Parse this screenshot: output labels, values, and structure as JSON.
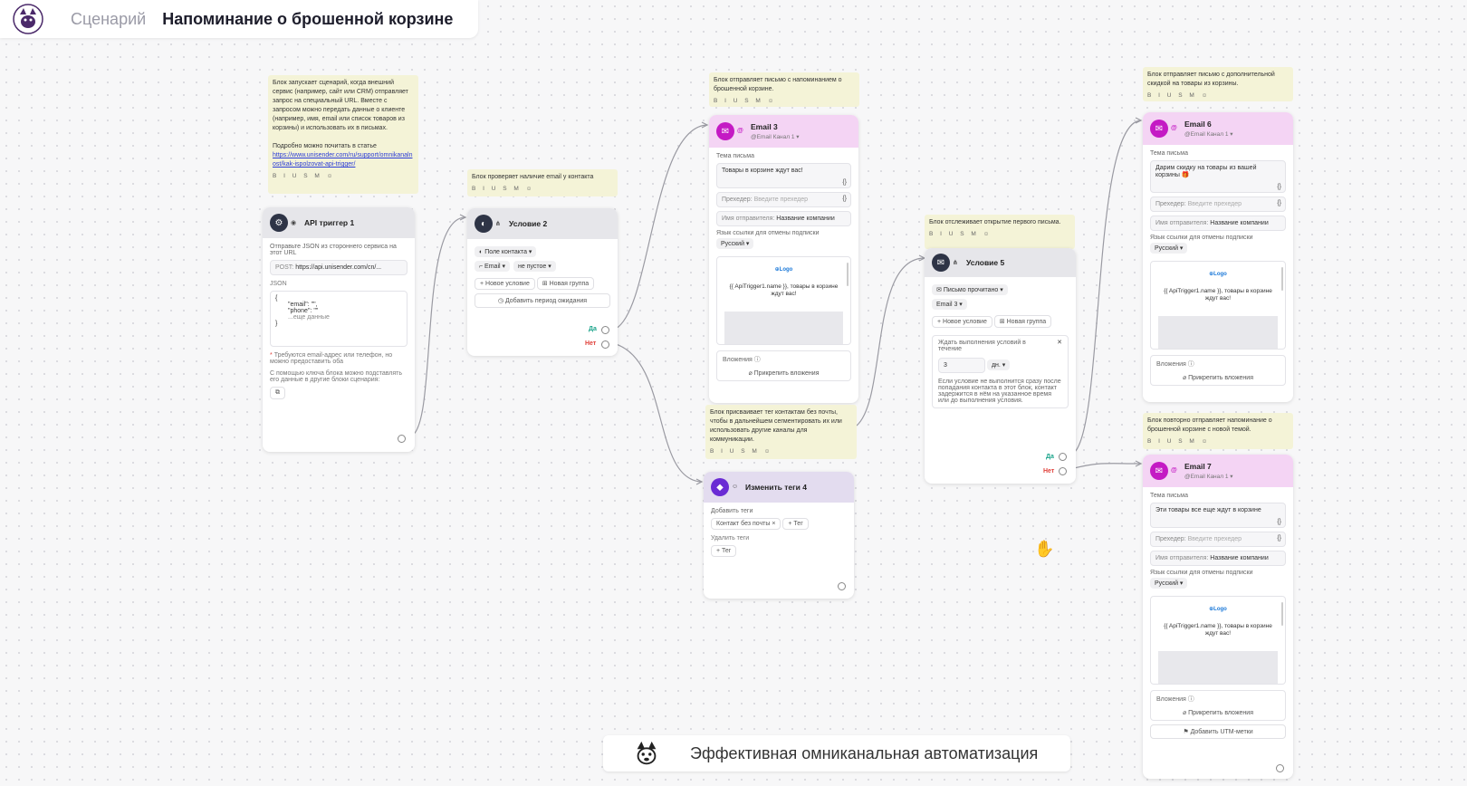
{
  "header": {
    "breadcrumb": "Сценарий",
    "title": "Напоминание о брошенной корзине"
  },
  "toolbar_icons": "B I U S M ☺",
  "notes": {
    "api": {
      "text": "Блок запускает сценарий, когда внешний сервис (например, сайт или CRM) отправляет запрос на специальный URL. Вместе с запросом можно передать данные о клиенте (например, имя, email или список товаров из корзины) и использовать их в письмах.",
      "more": "Подробно можно почитать в статье",
      "link": "https://www.unisender.com/ru/support/omnikanalnost/kak-ispolzovat-api-trigger/"
    },
    "cond2": "Блок проверяет наличие email у контакта",
    "email3": "Блок отправляет письмо с напоминанием о брошенной корзине.",
    "tags4": "Блок присваивает тег контактам без почты, чтобы в дальнейшем сегментировать их или использовать другие каналы для коммуникации.",
    "cond5": "Блок отслеживает открытие первого письма.",
    "email6": "Блок отправляет письмо с дополнительной скидкой на товары из корзины.",
    "email7": "Блок повторно отправляет напоминание о брошенной корзине с новой темой."
  },
  "api_trigger": {
    "title": "API триггер 1",
    "desc": "Отправьте JSON из стороннего сервиса на этот URL",
    "post_label": "POST:",
    "post_url": "https://api.unisender.com/cn/...",
    "json_label": "JSON",
    "json_open": "{",
    "json_email": "\"email\": \"\",",
    "json_phone": "\"phone\": \"\"",
    "json_more": "...еще данные",
    "json_close": "}",
    "required": "Требуются email-адрес или телефон, но можно предоставить оба",
    "key_desc": "С помощью ключа блока можно подставлять его данные в другие блоки сценария:"
  },
  "cond2": {
    "title": "Условие 2",
    "field": "Поле контакта",
    "email": "Email",
    "op": "не пустое",
    "new_cond": "+ Новое условие",
    "new_group": "⊞ Новая группа",
    "wait": "◷ Добавить период ожидания",
    "yes": "Да",
    "no": "Нет"
  },
  "email3": {
    "title": "Email 3",
    "channel": "@Email Канал 1",
    "subject_label": "Тема письма",
    "subject": "Товары в корзине ждут вас!",
    "preheader_label": "Прехедер:",
    "preheader_ph": "Введите прехедер",
    "sender_label": "Имя отправителя:",
    "sender": "Название компании",
    "lang_label": "Язык ссылки для отмены подписки",
    "lang": "Русский",
    "logo": "⊕Logo",
    "preview_text": "{{ ApiTrigger1.name }}, товары в корзине ждут вас!",
    "attach_label": "Вложения",
    "attach_btn": "⌀ Прикрепить вложения"
  },
  "tags4": {
    "title": "Изменить теги 4",
    "add_label": "Добавить теги",
    "tag": "Контакт без почты",
    "add_tag": "+ Тег",
    "remove_label": "Удалить теги",
    "remove_tag": "+ Тег"
  },
  "cond5": {
    "title": "Условие 5",
    "event": "Письмо прочитано",
    "email": "Email 3",
    "new_cond": "+ Новое условие",
    "new_group": "⊞ Новая группа",
    "wait_title": "Ждать выполнения условий в течение",
    "wait_num": "3",
    "wait_unit": "дн.",
    "wait_desc": "Если условие не выполнится сразу после попадания контакта в этот блок, контакт задержится в нём на указанное время или до выполнения условия.",
    "yes": "Да",
    "no": "Нет"
  },
  "email6": {
    "title": "Email 6",
    "channel": "@Email Канал 1",
    "subject_label": "Тема письма",
    "subject": "Дарим скидку на товары из вашей корзины 🎁",
    "preheader_label": "Прехедер:",
    "preheader_ph": "Введите прехедер",
    "sender_label": "Имя отправителя:",
    "sender": "Название компании",
    "lang_label": "Язык ссылки для отмены подписки",
    "lang": "Русский",
    "logo": "⊕Logo",
    "preview_text": "{{ ApiTrigger1.name }}, товары в корзине ждут вас!",
    "attach_label": "Вложения",
    "attach_btn": "⌀ Прикрепить вложения"
  },
  "email7": {
    "title": "Email 7",
    "channel": "@Email Канал 1",
    "subject_label": "Тема письма",
    "subject": "Эти товары все еще ждут в корзине",
    "preheader_label": "Прехедер:",
    "preheader_ph": "Введите прехедер",
    "sender_label": "Имя отправителя:",
    "sender": "Название компании",
    "lang_label": "Язык ссылки для отмены подписки",
    "lang": "Русский",
    "logo": "⊕Logo",
    "preview_text": "{{ ApiTrigger1.name }}, товары в корзине ждут вас!",
    "attach_label": "Вложения",
    "attach_btn": "⌀ Прикрепить вложения",
    "utm_btn": "⚑ Добавить UTM-метки"
  },
  "banner": {
    "text": "Эффективная омниканальная автоматизация"
  }
}
